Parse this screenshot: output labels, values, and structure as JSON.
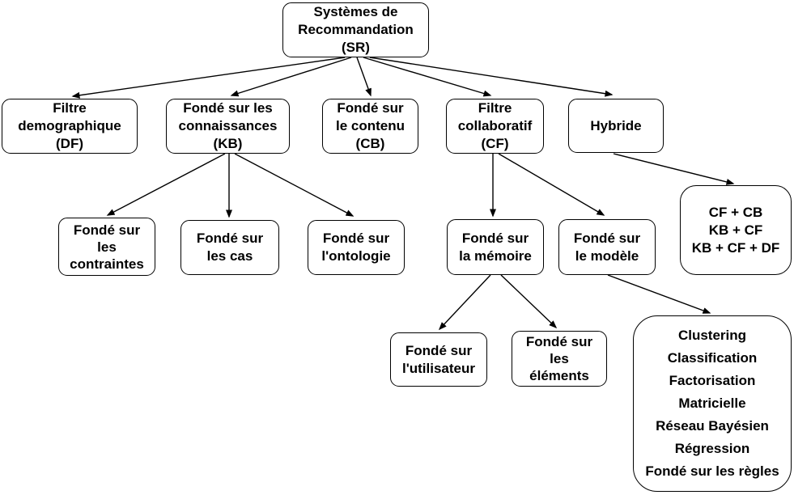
{
  "diagram": {
    "description": "Taxonomie des systemes de recommandation",
    "colors": {
      "background": "#ffffff",
      "box_fill": "#ffffff",
      "box_border": "#000000",
      "text": "#000000",
      "edge": "#000000"
    },
    "nodes": {
      "sr": {
        "label": "Systèmes de\nRecommandation\n(SR)"
      },
      "df": {
        "label": "Filtre\ndemographique\n(DF)"
      },
      "kb": {
        "label": "Fondé sur les\nconnaissances\n(KB)"
      },
      "cb": {
        "label": "Fondé sur\nle contenu\n(CB)"
      },
      "cf": {
        "label": "Filtre\ncollaboratif\n(CF)"
      },
      "hybride": {
        "label": "Hybride"
      },
      "contraintes": {
        "label": "Fondé sur\nles\ncontraintes"
      },
      "cas": {
        "label": "Fondé sur\nles cas"
      },
      "ontologie": {
        "label": "Fondé sur\nl'ontologie"
      },
      "memoire": {
        "label": "Fondé sur\nla mémoire"
      },
      "modele": {
        "label": "Fondé sur\nle modèle"
      },
      "hybrid_combos": {
        "label": "CF + CB\nKB + CF\nKB + CF + DF"
      },
      "utilisateur": {
        "label": "Fondé sur\nl'utilisateur"
      },
      "elements": {
        "label": "Fondé sur\nles\néléments"
      },
      "model_methods": {
        "label": "Clustering\nClassification\nFactorisation\nMatricielle\nRéseau Bayésien\nRégression\nFondé sur les règles"
      }
    }
  }
}
